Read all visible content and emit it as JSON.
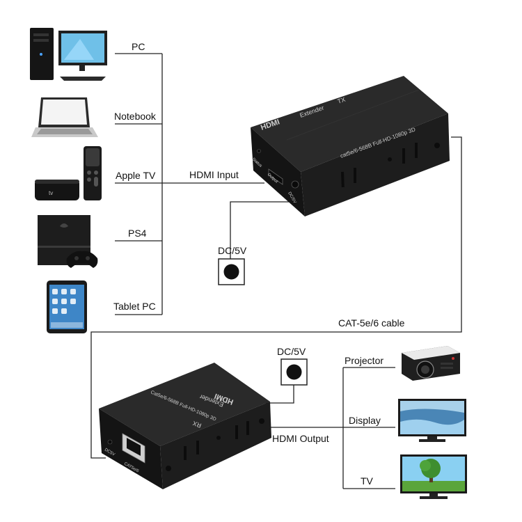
{
  "sources": {
    "pc": "PC",
    "notebook": "Notebook",
    "apple_tv": "Apple TV",
    "ps4": "PS4",
    "tablet": "Tablet PC"
  },
  "tx": {
    "input_label": "HDMI Input",
    "brand": "HDMI",
    "model": "Extender",
    "role": "TX",
    "spec": "cat5e/6-568B Full-HD-1080p 3D",
    "port_status": "Status",
    "port_output": "Output",
    "port_power": "DC/5V",
    "power_label": "DC/5V"
  },
  "cable_label": "CAT-5e/6 cable",
  "rx": {
    "power_label": "DC/5V",
    "output_label": "HDMI Output",
    "brand": "HDMI",
    "model": "Extender",
    "role": "RX",
    "spec": "Cat5e/6-568B Full-HD-1080p 3D",
    "port_dc": "DC5V",
    "port_cat": "CAT5e/6"
  },
  "outputs": {
    "projector": "Projector",
    "display": "Display",
    "tv": "TV"
  },
  "colors": {
    "line": "#222222",
    "device_body": "#1b1b1b",
    "device_face": "#2a2a2a"
  }
}
